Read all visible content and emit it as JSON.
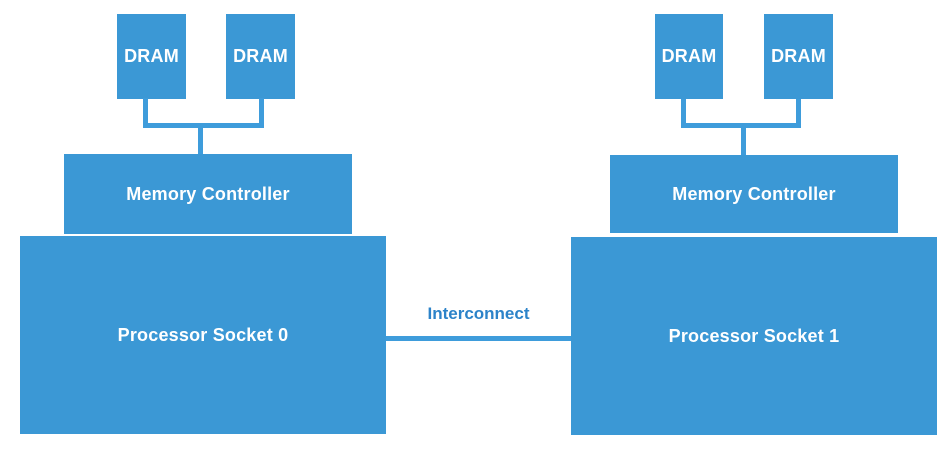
{
  "colors": {
    "background": "#ffffff",
    "node_fill": "#3b98d5",
    "node_text": "#ffffff",
    "connector": "#3e9cdb",
    "interconnect_label": "#2c83c9"
  },
  "left": {
    "dram1": "DRAM",
    "dram2": "DRAM",
    "memory_controller": "Memory Controller",
    "socket": "Processor Socket 0"
  },
  "right": {
    "dram1": "DRAM",
    "dram2": "DRAM",
    "memory_controller": "Memory Controller",
    "socket": "Processor Socket 1"
  },
  "interconnect": {
    "label": "Interconnect"
  }
}
